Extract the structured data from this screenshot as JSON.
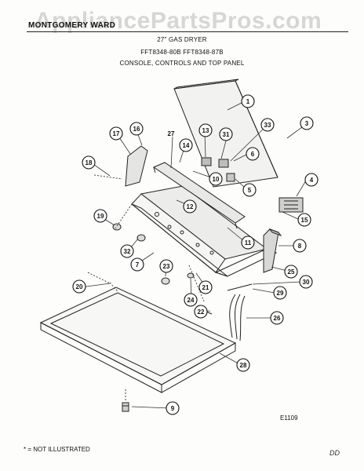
{
  "header": {
    "brand": "MONTGOMERY WARD",
    "watermark": "AppliancePartsPros.com",
    "title": "27\" GAS DRYER",
    "models": "FFT8348-80B  FFT8348-87B",
    "section": "CONSOLE, CONTROLS AND TOP PANEL"
  },
  "diagram": {
    "callouts": [
      {
        "n": "1"
      },
      {
        "n": "3"
      },
      {
        "n": "4"
      },
      {
        "n": "5"
      },
      {
        "n": "6"
      },
      {
        "n": "7"
      },
      {
        "n": "8"
      },
      {
        "n": "9"
      },
      {
        "n": "10"
      },
      {
        "n": "11"
      },
      {
        "n": "12"
      },
      {
        "n": "13"
      },
      {
        "n": "14"
      },
      {
        "n": "15"
      },
      {
        "n": "16"
      },
      {
        "n": "17"
      },
      {
        "n": "18"
      },
      {
        "n": "19"
      },
      {
        "n": "20"
      },
      {
        "n": "21"
      },
      {
        "n": "22"
      },
      {
        "n": "23"
      },
      {
        "n": "24"
      },
      {
        "n": "25"
      },
      {
        "n": "26"
      },
      {
        "n": "28"
      },
      {
        "n": "29"
      },
      {
        "n": "30"
      },
      {
        "n": "31"
      },
      {
        "n": "32"
      },
      {
        "n": "33"
      }
    ],
    "stray_labels": [
      "27"
    ],
    "reference_code": "E1109"
  },
  "footer": {
    "note": "* = NOT ILLUSTRATED",
    "page_mark": "DD"
  }
}
